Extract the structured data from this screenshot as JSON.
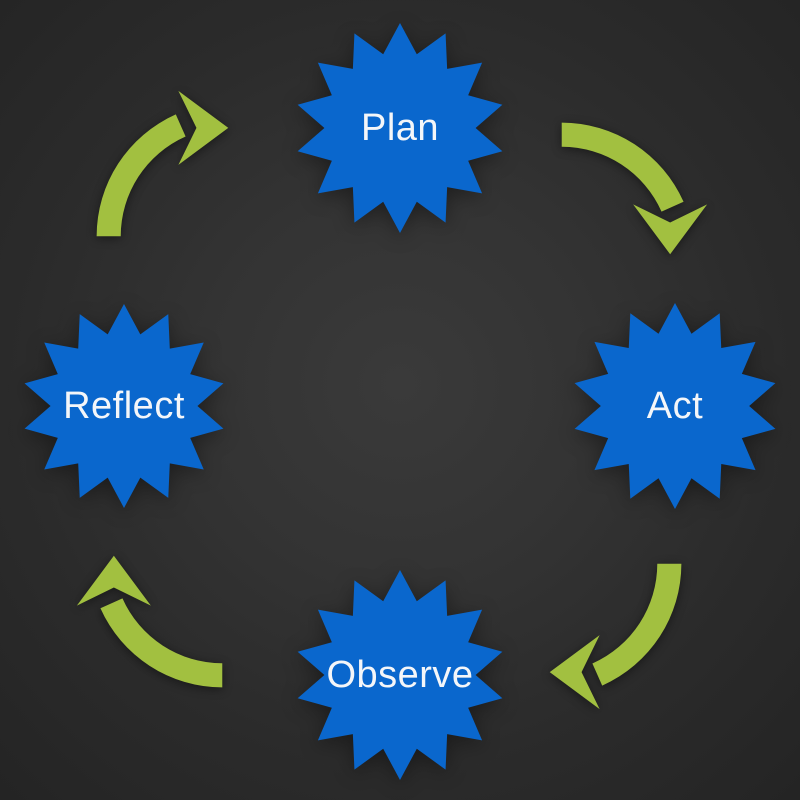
{
  "diagram": {
    "type": "cycle",
    "nodes": [
      {
        "id": "plan",
        "label": "Plan",
        "shape": "14-point-starburst",
        "position": "top-center"
      },
      {
        "id": "act",
        "label": "Act",
        "shape": "14-point-starburst",
        "position": "middle-right"
      },
      {
        "id": "observe",
        "label": "Observe",
        "shape": "14-point-starburst",
        "position": "bottom-center"
      },
      {
        "id": "reflect",
        "label": "Reflect",
        "shape": "14-point-starburst",
        "position": "middle-left"
      }
    ],
    "arrows": [
      {
        "from": "plan",
        "to": "act",
        "style": "curved-quarter-turn",
        "direction": "clockwise"
      },
      {
        "from": "act",
        "to": "observe",
        "style": "curved-quarter-turn",
        "direction": "clockwise"
      },
      {
        "from": "observe",
        "to": "reflect",
        "style": "curved-quarter-turn",
        "direction": "clockwise"
      },
      {
        "from": "reflect",
        "to": "plan",
        "style": "curved-quarter-turn",
        "direction": "clockwise"
      }
    ],
    "colors": {
      "node_fill": "#0a67cd",
      "arrow": "#a2c040",
      "label_text": "#f4f6f9",
      "background_center": "#3a3a3a",
      "background_edge": "#242424"
    }
  }
}
